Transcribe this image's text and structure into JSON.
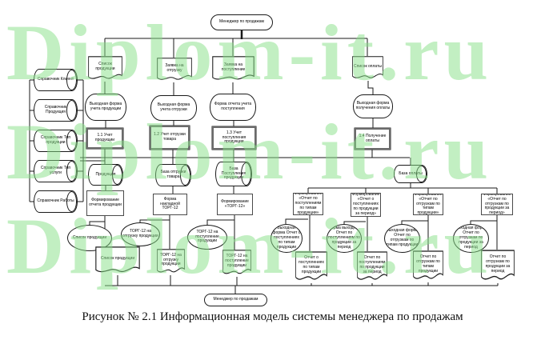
{
  "watermark": {
    "text": "Diplom-it.ru",
    "color": "#c3efc3"
  },
  "caption": "Рисунок № 2.1 Информационная модель системы менеджера по продажам",
  "nodes": {
    "start": "Менеджер по продажам",
    "end": "Менеджер по продажам",
    "refs": [
      "Справочник Клиент",
      "Справочник Продукция",
      "Справочник Тип продукции",
      "Справочник Тип услуги",
      "Справочник Работы"
    ],
    "input_docs": [
      "Список продукции",
      "Заявка на отгрузку",
      "Заявка на поступление",
      "Список оплаты"
    ],
    "input_forms": [
      "Выходная форма учета продукции",
      "Выходная форма учета отгрузки",
      "Форма отчета учета поступления",
      "Выходная форма получения оплаты"
    ],
    "processes": [
      "1.1 Учет продукции",
      "1.2 Учет отгрузки товара",
      "1.3 Учет поступления продукции",
      "1.4 Получение оплаты"
    ],
    "stores": [
      "Продукция",
      "База отгрузки товара",
      "База Поступления продукции",
      "База оплаты"
    ],
    "report_boxes": [
      "Формирование отчета продукции",
      "Форма накладной ТОРГ-12",
      "Формирование «ТОРГ-12»",
      "Формирование «Отчет по поступлениям по типам продукции»",
      "Формирование «Отчет о поступлениях по продукции за период»",
      "Формирование «Отчет по отгрузкам по типам продукции»",
      "Формирование «Отчет по отгрузкам по продукции за период»"
    ],
    "report_forms": [
      "Список продукции",
      "ТОРГ-12 на отгрузку продукции",
      "ТОРГ-12 на поступление продукции",
      "Выходная форма Отчет о поступлениях по типам продукции",
      "Форма выходная Отчет по поступлениям по продукции за период",
      "Выходная форма Отчет по отгрузкам по типам продукции",
      "Выходная форма Отчет по отгрузкам по продукции за период"
    ],
    "report_docs": [
      "Список продукции",
      "ТОРГ-12 на отгрузку продукции",
      "ТОРГ-12 на поступление продукции",
      "Отчет о поступлениях по типам продукции",
      "Отчет по поступлениям по продукции за период",
      "Отчет по отгрузкам по типам продукции",
      "Отчет по отгрузкам по продукции за период"
    ]
  }
}
